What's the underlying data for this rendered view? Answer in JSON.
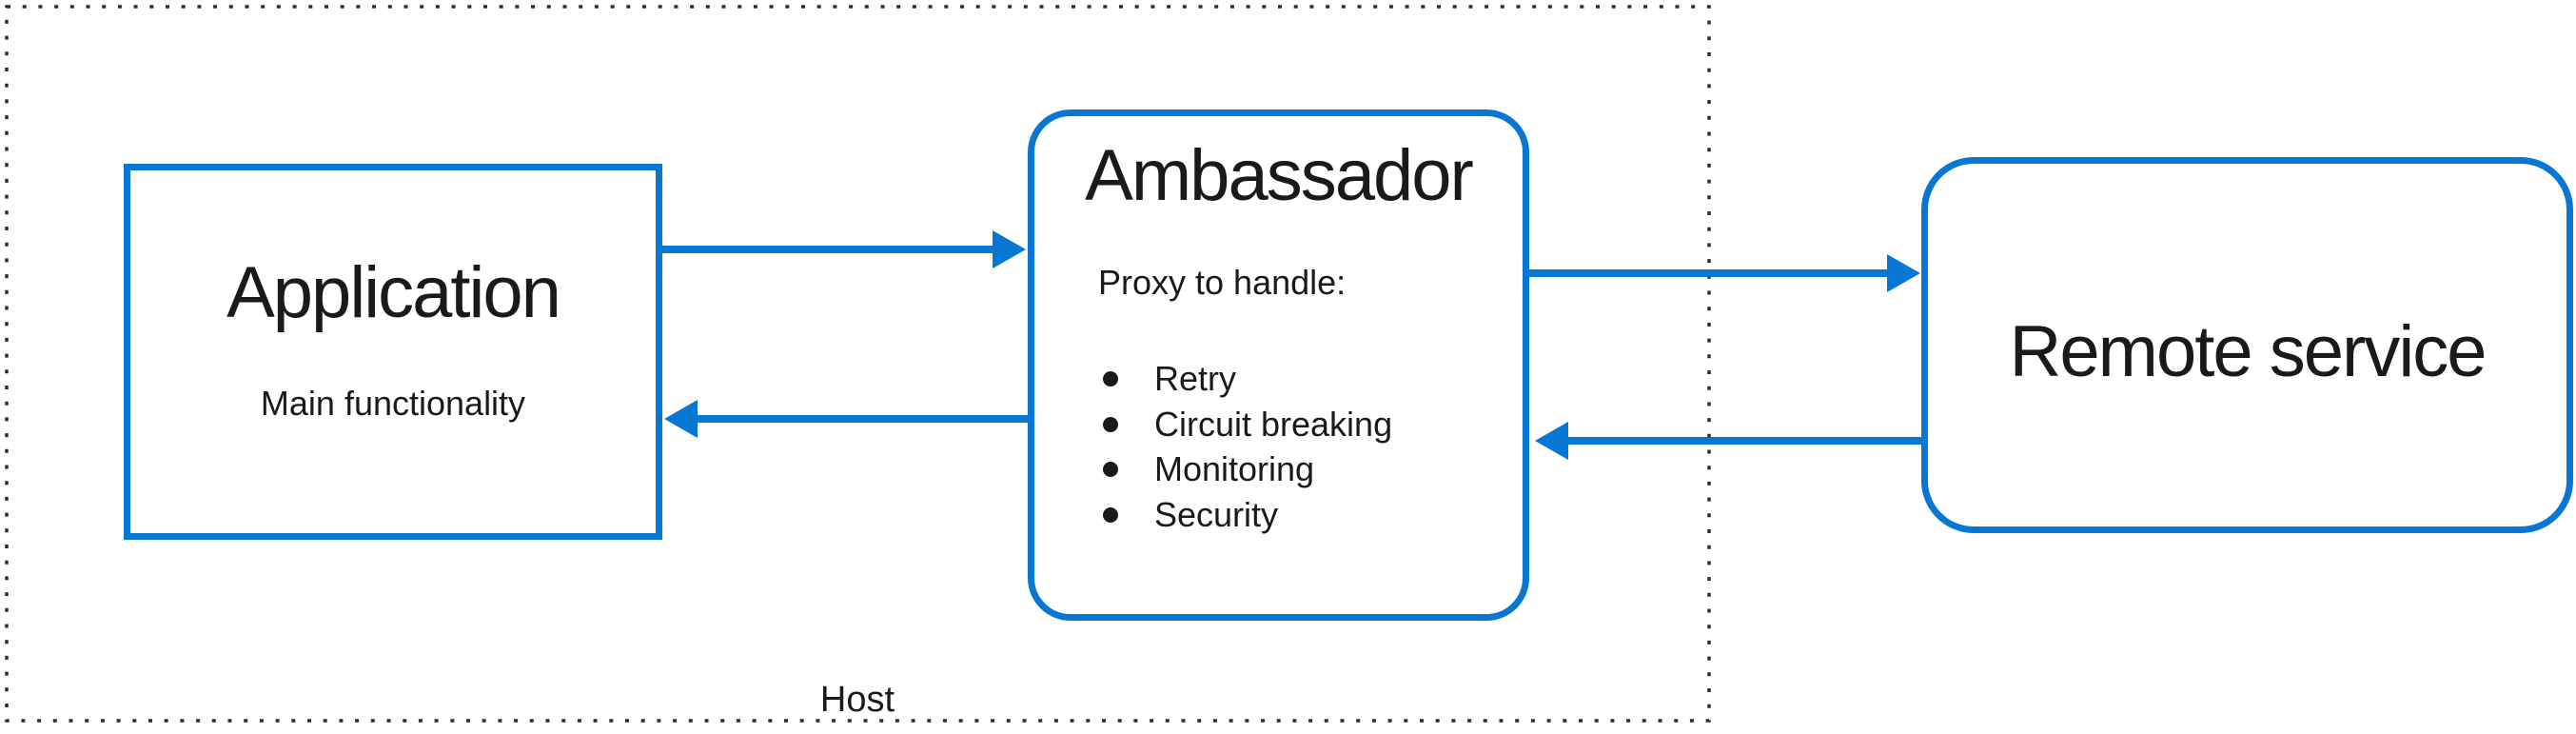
{
  "host": {
    "label": "Host"
  },
  "nodes": {
    "application": {
      "title": "Application",
      "subtitle": "Main functionality"
    },
    "ambassador": {
      "title": "Ambassador",
      "intro": "Proxy to handle:",
      "capabilities": [
        "Retry",
        "Circuit breaking",
        "Monitoring",
        "Security"
      ]
    },
    "remote_service": {
      "title": "Remote service"
    }
  },
  "arrows": [
    {
      "name": "application-to-ambassador",
      "direction": "right"
    },
    {
      "name": "ambassador-to-application",
      "direction": "left"
    },
    {
      "name": "ambassador-to-remote-service",
      "direction": "right"
    },
    {
      "name": "remote-service-to-ambassador",
      "direction": "left"
    }
  ],
  "colors": {
    "accent_blue": "#0877d4",
    "text": "#1a1a1a",
    "host_border_dots": "#2d2d2d",
    "background": "#ffffff"
  }
}
